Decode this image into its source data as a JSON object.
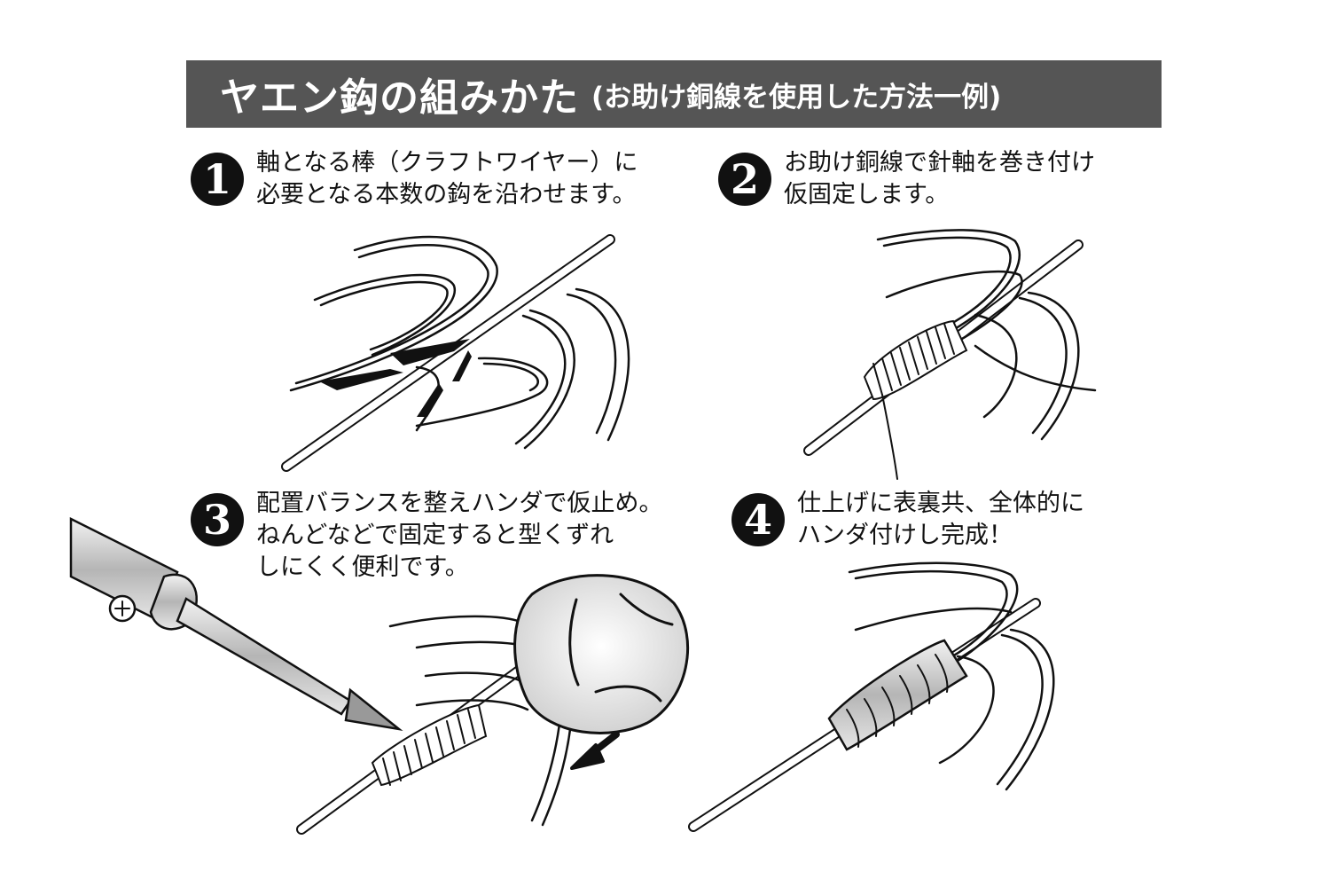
{
  "title": {
    "main": "ヤエン鈎の組みかた",
    "sub": "(お助け銅線を使用した方法一例)"
  },
  "steps": [
    {
      "number": "1",
      "lines": [
        "軸となる棒（クラフトワイヤー）に",
        "必要となる本数の鈎を沿わせます。"
      ]
    },
    {
      "number": "2",
      "lines": [
        "お助け銅線で針軸を巻き付け",
        "仮固定します。"
      ]
    },
    {
      "number": "3",
      "lines": [
        "配置バランスを整えハンダで仮止め。",
        "ねんどなどで固定すると型くずれ",
        "しにくく便利です。"
      ]
    },
    {
      "number": "4",
      "lines": [
        "仕上げに表裏共、全体的に",
        "ハンダ付けし完成！"
      ]
    }
  ],
  "icons": [
    "soldering-iron-icon",
    "clay-ball-icon",
    "arrow-icon"
  ]
}
